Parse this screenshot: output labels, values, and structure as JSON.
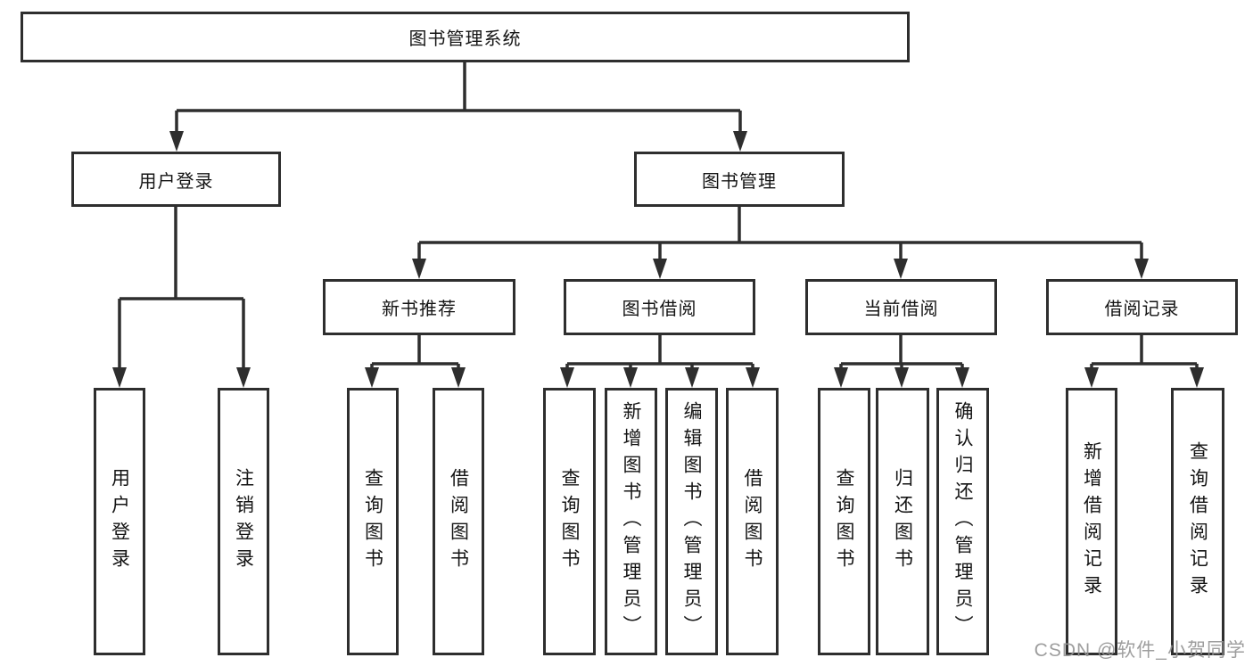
{
  "tree": {
    "root": "图书管理系统",
    "branches": [
      {
        "label": "用户登录",
        "children": [
          "用户登录",
          "注销登录"
        ]
      },
      {
        "label": "图书管理",
        "groups": [
          {
            "label": "新书推荐",
            "children": [
              "查询图书",
              "借阅图书"
            ]
          },
          {
            "label": "图书借阅",
            "children": [
              "查询图书",
              "新增图书（管理员）",
              "编辑图书（管理员）",
              "借阅图书"
            ]
          },
          {
            "label": "当前借阅",
            "children": [
              "查询图书",
              "归还图书",
              "确认归还（管理员）"
            ]
          },
          {
            "label": "借阅记录",
            "children": [
              "新增借阅记录",
              "查询借阅记录"
            ]
          }
        ]
      }
    ]
  },
  "watermark": "CSDN @软件_小贺同学",
  "colors": {
    "line": "#2e2e2e",
    "box_border": "#2e2e2e",
    "text": "#141414",
    "watermark": "#949494",
    "background": "#ffffff"
  }
}
